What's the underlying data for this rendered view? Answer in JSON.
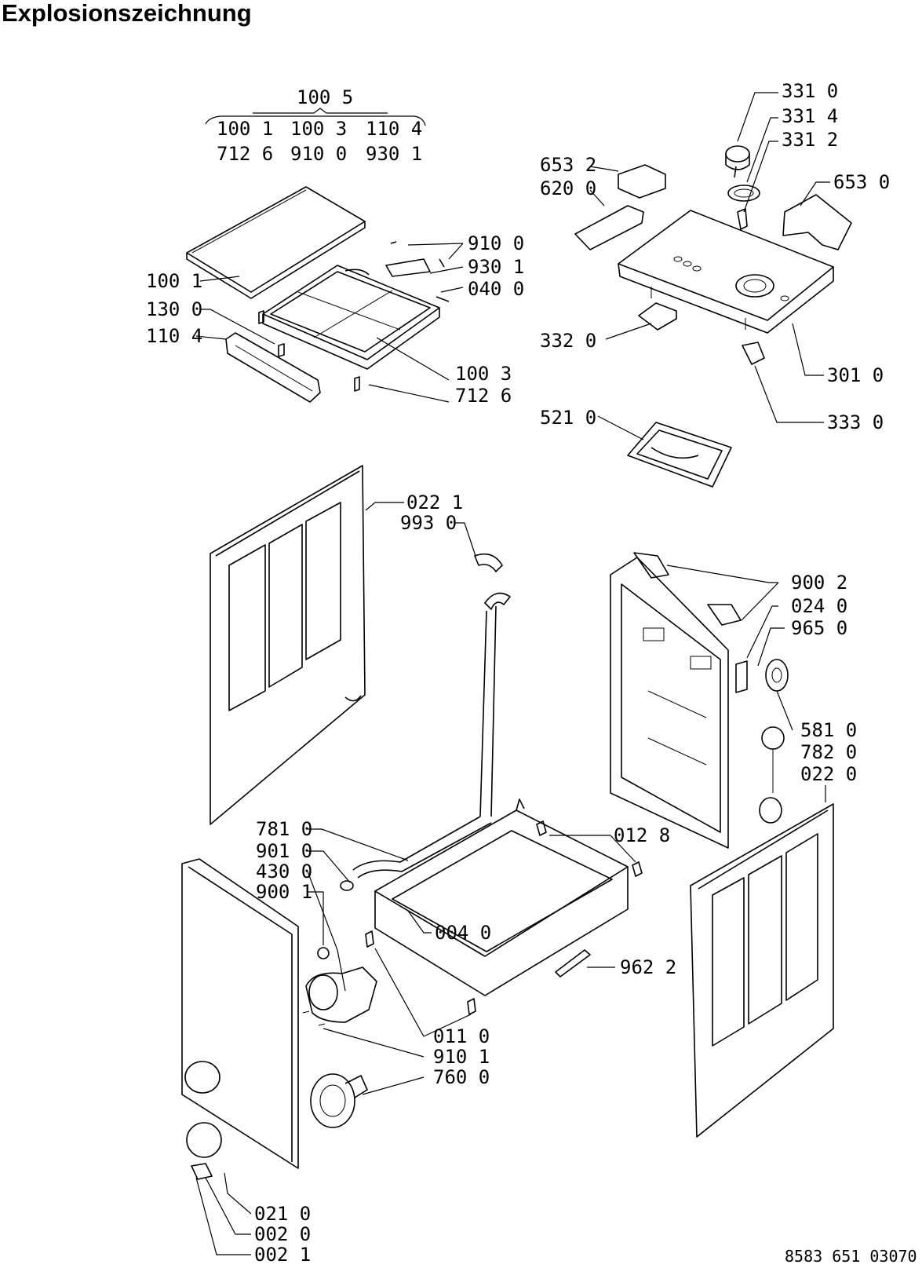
{
  "title": "Explosionszeichnung",
  "document_number": "8583 651 03070",
  "colors": {
    "line": "#000000",
    "background": "#ffffff"
  },
  "labels": [
    "100 5",
    "100 1",
    "100 3",
    "110 4",
    "712 6",
    "910 0",
    "930 1",
    "100 1",
    "130 0",
    "110 4",
    "910 0",
    "930 1",
    "040 0",
    "100 3",
    "712 6",
    "331 0",
    "331 4",
    "331 2",
    "653 2",
    "620 0",
    "653 0",
    "332 0",
    "301 0",
    "333 0",
    "521 0",
    "022 1",
    "993 0",
    "900 2",
    "024 0",
    "965 0",
    "581 0",
    "782 0",
    "022 0",
    "781 0",
    "901 0",
    "430 0",
    "900 1",
    "012 8",
    "004 0",
    "962 2",
    "011 0",
    "910 1",
    "760 0",
    "021 0",
    "002 0",
    "002 1"
  ]
}
